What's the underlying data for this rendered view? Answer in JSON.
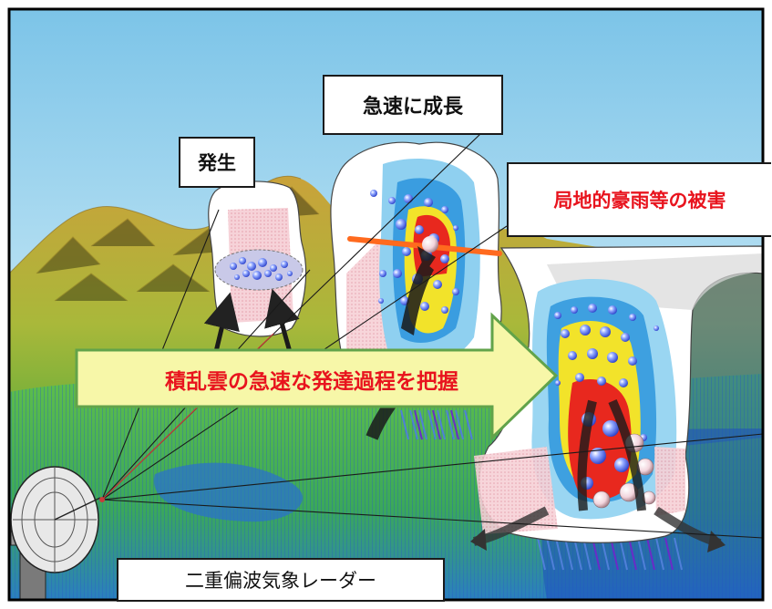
{
  "labels": {
    "hassei": "発生",
    "kyusoku_seicho": "急速に成長",
    "higai": "局地的豪雨等の被害",
    "radar": "二重偏波気象レーダー"
  },
  "arrow": {
    "text": "積乱雲の急速な発達過程を把握"
  },
  "colors": {
    "frame": "#000000",
    "sky": "#bfe2f2",
    "arrow_fill": "#f7f7a8",
    "arrow_stroke": "#62a34a",
    "damage_text": "#e8141e",
    "label_text": "#111111",
    "rain_core": "#e8281e",
    "hail": "#3a5fd0"
  }
}
